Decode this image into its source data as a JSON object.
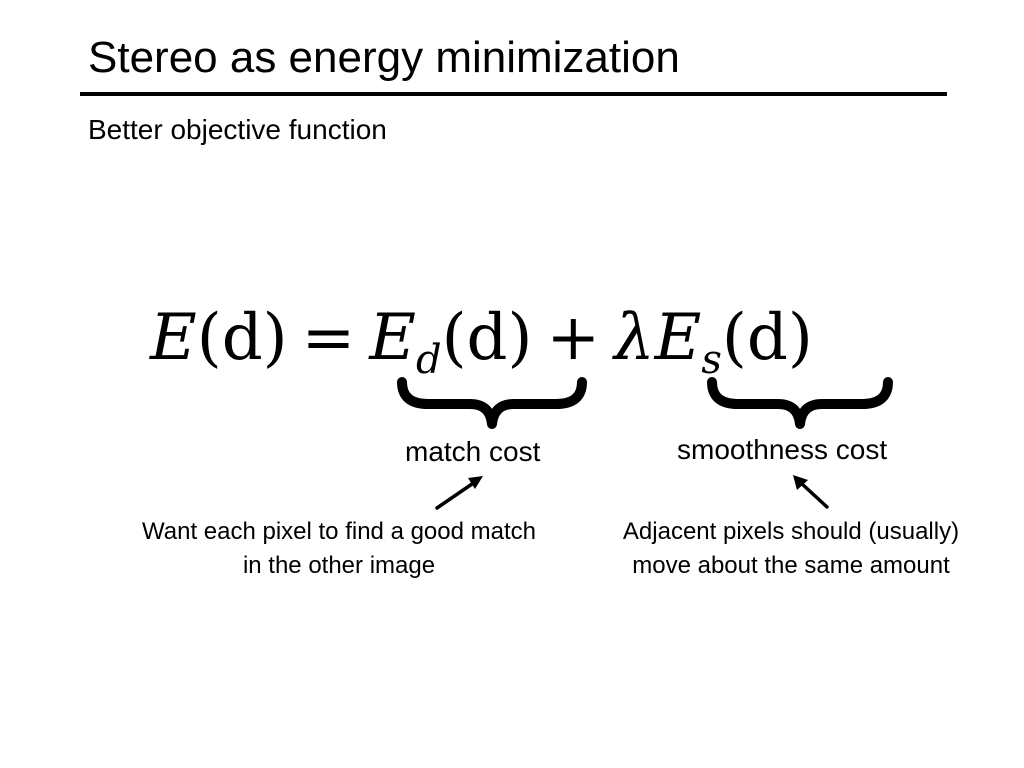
{
  "slide": {
    "title": "Stereo as energy minimization",
    "subtitle": "Better objective function"
  },
  "equation": {
    "lhs_symbol": "E",
    "lhs_arg": "(d)",
    "equals": "=",
    "data_symbol": "E",
    "data_subscript": "d",
    "data_arg": "(d)",
    "plus": "+",
    "lambda": "λ",
    "smooth_symbol": "E",
    "smooth_subscript": "s",
    "smooth_arg": "(d)"
  },
  "annotations": {
    "match_cost_label": "match cost",
    "smoothness_cost_label": "smoothness cost",
    "match_note": "Want each pixel to find a good match in the other image",
    "smoothness_note": "Adjacent pixels should (usually) move about the same amount"
  }
}
